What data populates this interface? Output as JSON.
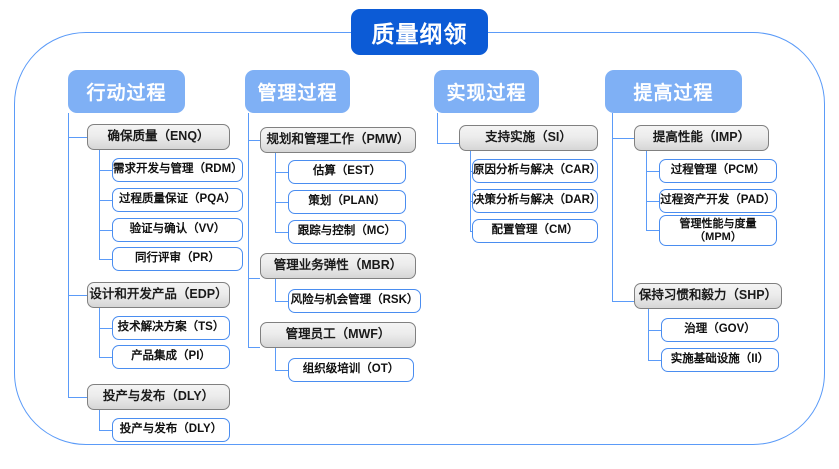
{
  "diagram": {
    "root": {
      "label": "质量纲领"
    },
    "colors": {
      "root_fill": "#0c5bd6",
      "column_header_fill": "#7fb0f5",
      "level2_border": "#808080",
      "level3_border": "#4a8df0",
      "connector": "#5b9bf8",
      "frame": "#5b9bf8",
      "background": "#ffffff"
    },
    "columns": [
      {
        "header": "行动过程",
        "groups": [
          {
            "title": "确保质量（ENQ）",
            "items": [
              "需求开发与管理（RDM）",
              "过程质量保证（PQA）",
              "验证与确认（VV）",
              "同行评审（PR）"
            ]
          },
          {
            "title": "设计和开发产品（EDP）",
            "items": [
              "技术解决方案（TS）",
              "产品集成（PI）"
            ]
          },
          {
            "title": "投产与发布（DLY）",
            "items": [
              "投产与发布（DLY）"
            ]
          }
        ]
      },
      {
        "header": "管理过程",
        "groups": [
          {
            "title": "规划和管理工作（PMW）",
            "items": [
              "估算（EST）",
              "策划（PLAN）",
              "跟踪与控制（MC）"
            ]
          },
          {
            "title": "管理业务弹性（MBR）",
            "items": [
              "风险与机会管理（RSK）"
            ]
          },
          {
            "title": "管理员工（MWF）",
            "items": [
              "组织级培训（OT）"
            ]
          }
        ]
      },
      {
        "header": "实现过程",
        "groups": [
          {
            "title": "支持实施（SI）",
            "items": [
              "原因分析与解决（CAR）",
              "决策分析与解决（DAR）",
              "配置管理（CM）"
            ]
          }
        ]
      },
      {
        "header": "提高过程",
        "groups": [
          {
            "title": "提高性能（IMP）",
            "items": [
              "过程管理（PCM）",
              "过程资产开发（PAD）",
              "管理性能与度量\n（MPM）"
            ]
          },
          {
            "title": "保持习惯和毅力（SHP）",
            "items": [
              "治理（GOV）",
              "实施基础设施（II）"
            ]
          }
        ]
      }
    ]
  }
}
